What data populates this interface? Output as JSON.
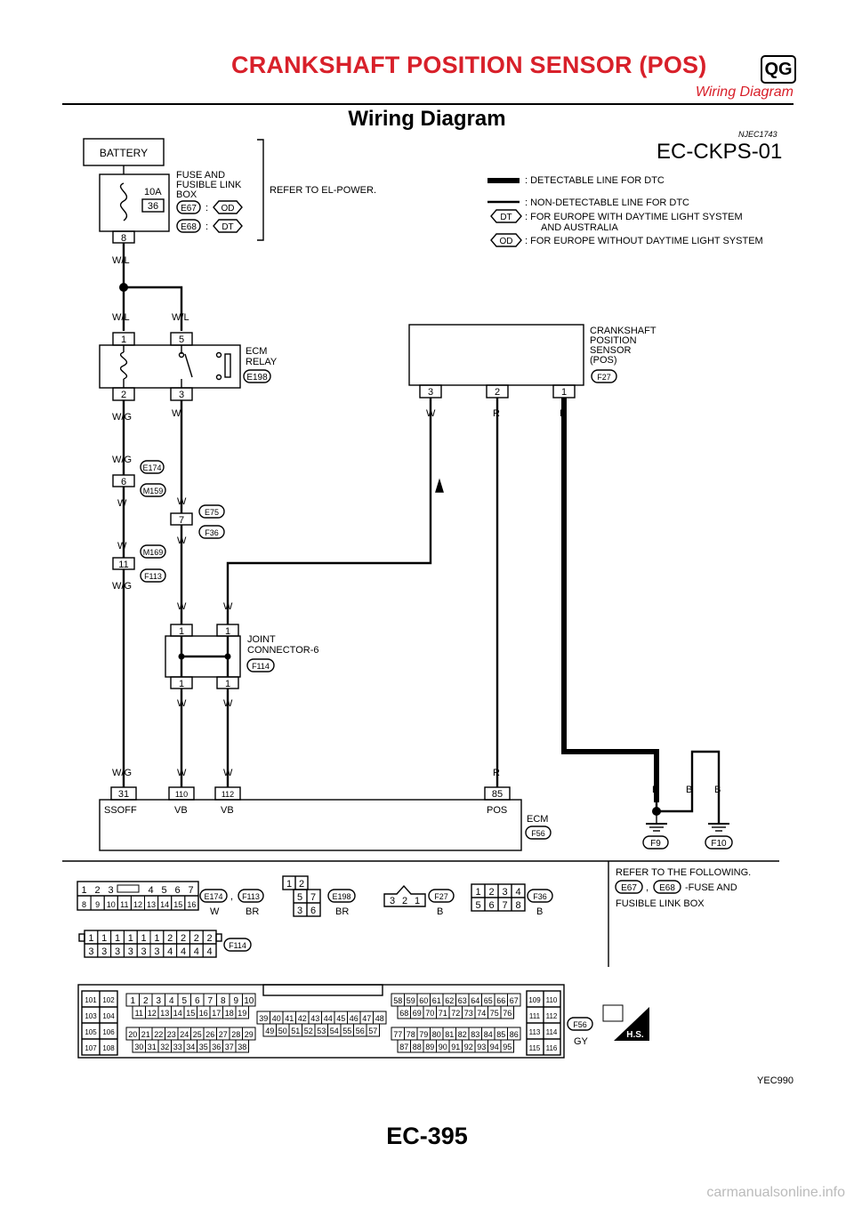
{
  "header": {
    "title": "CRANKSHAFT POSITION SENSOR (POS)",
    "badge": "QG",
    "subtitle": "Wiring Diagram"
  },
  "section": {
    "title": "Wiring Diagram",
    "code": "NJEC1743",
    "diagram_id": "EC-CKPS-01"
  },
  "legend": {
    "detectable": ": DETECTABLE LINE FOR DTC",
    "non_detectable": ": NON-DETECTABLE LINE FOR DTC",
    "dt_tag": "DT",
    "dt_text_1": ": FOR EUROPE WITH DAYTIME LIGHT SYSTEM",
    "dt_text_2": "AND AUSTRALIA",
    "od_tag": "OD",
    "od_text": ": FOR EUROPE WITHOUT DAYTIME LIGHT SYSTEM"
  },
  "battery": {
    "label": "BATTERY",
    "fuse_amp": "10A",
    "fuse_no": "36",
    "fuse_box_1": "FUSE AND",
    "fuse_box_2": "FUSIBLE LINK",
    "fuse_box_3": "BOX",
    "e67": "E67",
    "e68": "E68",
    "colon": ":",
    "od": "OD",
    "dt": "DT",
    "pin": "8",
    "refer": "REFER TO EL-POWER."
  },
  "relay": {
    "name_1": "ECM",
    "name_2": "RELAY",
    "conn": "E198",
    "pin_1": "1",
    "pin_5": "5",
    "pin_2": "2",
    "pin_3": "3"
  },
  "sensor": {
    "name_1": "CRANKSHAFT",
    "name_2": "POSITION",
    "name_3": "SENSOR",
    "name_4": "(POS)",
    "conn": "F27",
    "pin_3": "3",
    "pin_2": "2",
    "pin_1": "1"
  },
  "harness": {
    "e174": "E174",
    "m159": "M159",
    "pin_6": "6",
    "e75": "E75",
    "f36": "F36",
    "pin_7": "7",
    "m169": "M169",
    "f113": "F113",
    "pin_11": "11"
  },
  "joint": {
    "name_1": "JOINT",
    "name_2": "CONNECTOR-6",
    "conn": "F114",
    "pin": "1"
  },
  "wire_colors": {
    "wl": "W/L",
    "wg": "W/G",
    "w": "W",
    "r": "R",
    "b": "B"
  },
  "ecm": {
    "name": "ECM",
    "conn": "F56",
    "pin_31": "31",
    "pin_110": "110",
    "pin_112": "112",
    "pin_85": "85",
    "sig_ssoff": "SSOFF",
    "sig_vb": "VB",
    "sig_pos": "POS"
  },
  "grounds": {
    "f9": "F9",
    "f10": "F10"
  },
  "connectors": {
    "e174_pins_top": [
      "1",
      "2",
      "3",
      "4",
      "5",
      "6",
      "7"
    ],
    "e174_pins_bottom": [
      "8",
      "9",
      "10",
      "11",
      "12",
      "13",
      "14",
      "15",
      "16"
    ],
    "e174": "E174",
    "comma": ",",
    "f113": "F113",
    "e174_color": "W",
    "f113_color": "BR",
    "e198_pins": [
      "1",
      "2",
      "5",
      "7",
      "3",
      "6"
    ],
    "e198": "E198",
    "e198_color": "BR",
    "f27_pins": [
      "3",
      "2",
      "1"
    ],
    "f27": "F27",
    "f27_color": "B",
    "f36_pins_top": [
      "1",
      "2",
      "3",
      "4"
    ],
    "f36_pins_bottom": [
      "5",
      "6",
      "7",
      "8"
    ],
    "f36": "F36",
    "f36_color": "B",
    "f114_pins_top": [
      "1",
      "1",
      "1",
      "1",
      "1",
      "1",
      "2",
      "2",
      "2",
      "2"
    ],
    "f114_pins_bottom": [
      "3",
      "3",
      "3",
      "3",
      "3",
      "3",
      "4",
      "4",
      "4",
      "4"
    ],
    "f114": "F114",
    "refer_1": "REFER TO THE FOLLOWING.",
    "refer_e67": "E67",
    "refer_e68": "E68",
    "refer_2": "-FUSE AND",
    "refer_3": "FUSIBLE LINK BOX",
    "f56": "F56",
    "f56_color": "GY",
    "hs": "H.S."
  },
  "ecm_pins": {
    "left": [
      "101",
      "102",
      "103",
      "104",
      "105",
      "106",
      "107",
      "108"
    ],
    "row1": [
      "1",
      "2",
      "3",
      "4",
      "5",
      "6",
      "7",
      "8",
      "9",
      "10"
    ],
    "row2": [
      "11",
      "12",
      "13",
      "14",
      "15",
      "16",
      "17",
      "18",
      "19"
    ],
    "row3": [
      "20",
      "21",
      "22",
      "23",
      "24",
      "25",
      "26",
      "27",
      "28",
      "29"
    ],
    "row4": [
      "30",
      "31",
      "32",
      "33",
      "34",
      "35",
      "36",
      "37",
      "38"
    ],
    "mid1": [
      "39",
      "40",
      "41",
      "42",
      "43",
      "44",
      "45",
      "46",
      "47",
      "48"
    ],
    "mid2": [
      "49",
      "50",
      "51",
      "52",
      "53",
      "54",
      "55",
      "56",
      "57"
    ],
    "r_row1": [
      "58",
      "59",
      "60",
      "61",
      "62",
      "63",
      "64",
      "65",
      "66",
      "67"
    ],
    "r_row2": [
      "68",
      "69",
      "70",
      "71",
      "72",
      "73",
      "74",
      "75",
      "76"
    ],
    "r_row3": [
      "77",
      "78",
      "79",
      "80",
      "81",
      "82",
      "83",
      "84",
      "85",
      "86"
    ],
    "r_row4": [
      "87",
      "88",
      "89",
      "90",
      "91",
      "92",
      "93",
      "94",
      "95"
    ],
    "right": [
      "109",
      "110",
      "111",
      "112",
      "113",
      "114",
      "115",
      "116"
    ]
  },
  "figure_code": "YEC990",
  "page_number": "EC-395",
  "footer_url": "carmanualsonline.info"
}
